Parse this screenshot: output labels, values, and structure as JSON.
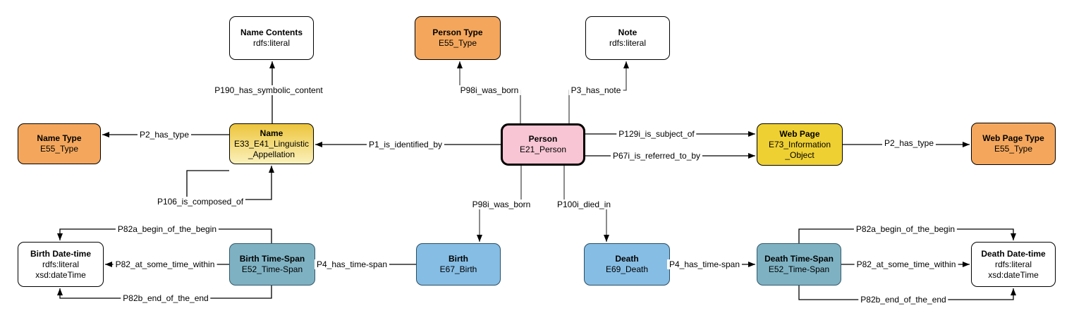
{
  "diagram": {
    "title": "Person entity-relationship diagram (CIDOC-CRM)",
    "colors": {
      "type_orange": "#f4a75c",
      "info_yellow": "#efd032",
      "name_gradient_top": "#edc53c",
      "name_gradient_bottom": "#faf1bc",
      "person_pink": "#f7c5d4",
      "event_blue": "#86bde4",
      "timespan_teal": "#7eb2c3",
      "literal_white": "#ffffff",
      "line_black": "#000000",
      "line_gray": "#4d4d4d"
    },
    "nodes": [
      {
        "id": "name-contents",
        "title": "Name Contents",
        "sub": "rdfs:literal"
      },
      {
        "id": "person-type",
        "title": "Person Type",
        "sub": "E55_Type"
      },
      {
        "id": "note",
        "title": "Note",
        "sub": "rdfs:literal"
      },
      {
        "id": "name-type",
        "title": "Name Type",
        "sub": "E55_Type"
      },
      {
        "id": "name",
        "title": "Name",
        "sub": "E33_E41_Linguistic\n_Appellation"
      },
      {
        "id": "person",
        "title": "Person",
        "sub": "E21_Person"
      },
      {
        "id": "web-page",
        "title": "Web Page",
        "sub": "E73_Information\n_Object"
      },
      {
        "id": "web-page-type",
        "title": "Web Page Type",
        "sub": "E55_Type"
      },
      {
        "id": "birth-date-time",
        "title": "Birth Date-time",
        "sub": "rdfs:literal\nxsd:dateTime"
      },
      {
        "id": "birth-time-span",
        "title": "Birth Time-Span",
        "sub": "E52_Time-Span"
      },
      {
        "id": "birth",
        "title": "Birth",
        "sub": "E67_Birth"
      },
      {
        "id": "death",
        "title": "Death",
        "sub": "E69_Death"
      },
      {
        "id": "death-time-span",
        "title": "Death Time-Span",
        "sub": "E52_Time-Span"
      },
      {
        "id": "death-date-time",
        "title": "Death Date-time",
        "sub": "rdfs:literal\nxsd:dateTime"
      }
    ],
    "edges": [
      {
        "id": "p190-has-symbolic-content",
        "label": "P190_has_symbolic_content"
      },
      {
        "id": "p2-has-type-name",
        "label": "P2_has_type"
      },
      {
        "id": "p106-is-composed-of",
        "label": "P106_is_composed_of"
      },
      {
        "id": "p1-is-identified-by",
        "label": "P1_is_identified_by"
      },
      {
        "id": "p98i-was-born-type",
        "label": "P98i_was_born"
      },
      {
        "id": "p3-has-note",
        "label": "P3_has_note"
      },
      {
        "id": "p129i-is-subject-of",
        "label": "P129i_is_subject_of"
      },
      {
        "id": "p67i-is-referred-to-by",
        "label": "P67i_is_referred_to_by"
      },
      {
        "id": "p2-has-type-webpage",
        "label": "P2_has_type"
      },
      {
        "id": "p98i-was-born-birth",
        "label": "P98i_was_born"
      },
      {
        "id": "p100i-died-in",
        "label": "P100i_died_in"
      },
      {
        "id": "p4-has-time-span-birth",
        "label": "P4_has_time-span"
      },
      {
        "id": "p4-has-time-span-death",
        "label": "P4_has_time-span"
      },
      {
        "id": "p82a-begin-birth",
        "label": "P82a_begin_of_the_begin"
      },
      {
        "id": "p82-within-birth",
        "label": "P82_at_some_time_within"
      },
      {
        "id": "p82b-end-birth",
        "label": "P82b_end_of_the_end"
      },
      {
        "id": "p82a-begin-death",
        "label": "P82a_begin_of_the_begin"
      },
      {
        "id": "p82-within-death",
        "label": "P82_at_some_time_within"
      },
      {
        "id": "p82b-end-death",
        "label": "P82b_end_of_the_end"
      }
    ]
  }
}
